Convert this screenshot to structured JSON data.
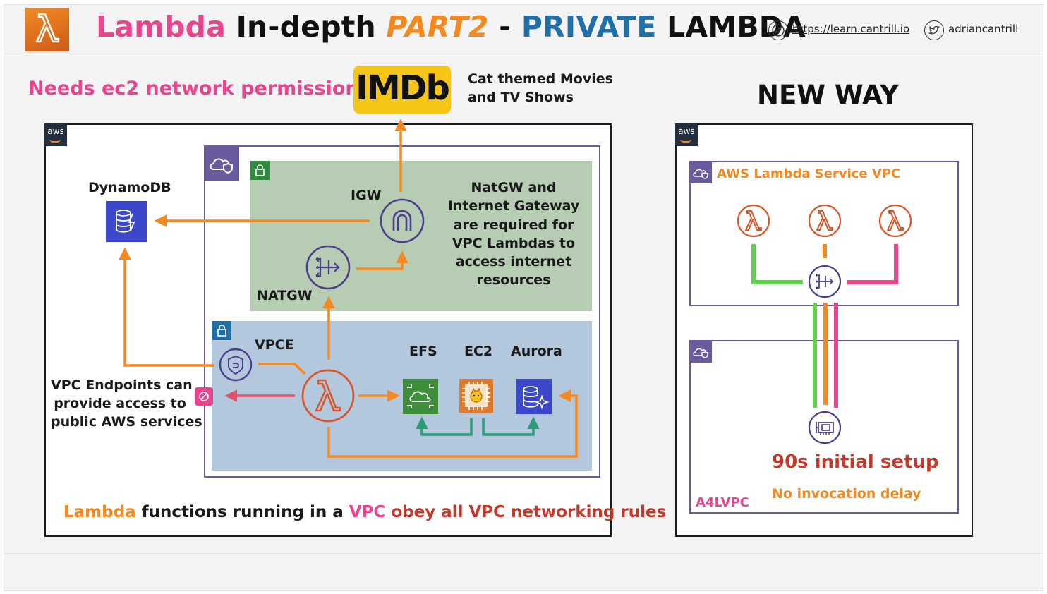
{
  "header": {
    "title_part1": "Lambda",
    "title_part2": "In-depth",
    "title_part3": "PART2",
    "title_part4": "-",
    "title_part5": "PRIVATE",
    "title_part6": "LAMBDA",
    "website": "https://learn.cantrill.io",
    "twitter": "adriancantrill"
  },
  "left_panel": {
    "heading": "Needs ec2 network permissions",
    "imdb_logo": "IMDb",
    "imdb_caption_line1": "Cat themed Movies",
    "imdb_caption_line2": "and TV Shows",
    "aws_tag": "aws",
    "dynamodb_label": "DynamoDB",
    "igw_label": "IGW",
    "natgw_label": "NATGW",
    "vpce_label": "VPCE",
    "efs_label": "EFS",
    "ec2_label": "EC2",
    "aurora_label": "Aurora",
    "natgw_note": [
      "NatGW and",
      "Internet Gateway",
      "are required for",
      "VPC Lambdas to",
      "access internet",
      "resources"
    ],
    "vpce_note": [
      "VPC Endpoints can",
      "provide access to",
      "public AWS services"
    ],
    "footer_part1": "Lambda",
    "footer_part2": "functions running in a",
    "footer_part3": "VPC",
    "footer_part4": "obey all VPC networking rules"
  },
  "right_panel": {
    "heading": "NEW WAY",
    "aws_tag": "aws",
    "service_vpc_label": "AWS Lambda Service VPC",
    "a4lvpc_label": "A4LVPC",
    "setup_text": "90s initial setup",
    "delay_text": "No invocation delay"
  },
  "colors": {
    "orange": "#f5891f",
    "pink": "#e8458e",
    "blue": "#1f6fa8",
    "green_subnet": "#b6cdb4",
    "blue_subnet": "#b3c8dd",
    "vpc_border": "#6a5a9e",
    "lambda_icon": "#d9572b",
    "red_text": "#c0392b",
    "imdb_yellow": "#f5c518"
  }
}
